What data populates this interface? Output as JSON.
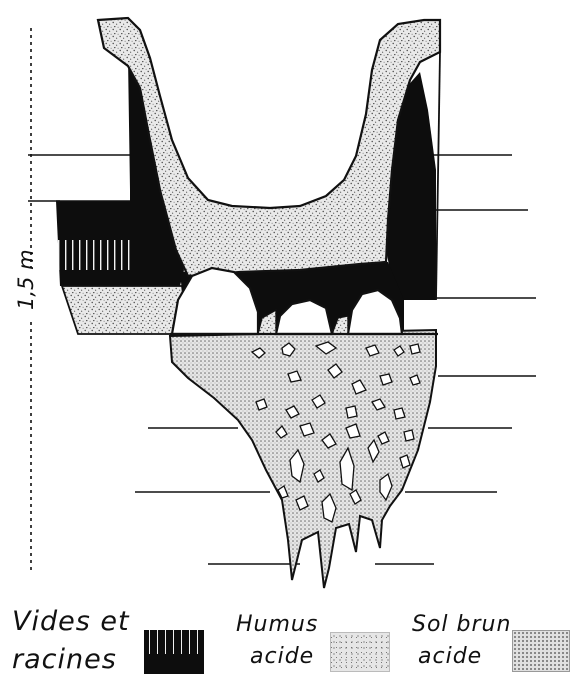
{
  "scale": {
    "label": "1,5 m"
  },
  "legend": [
    {
      "line1": "Vides et",
      "line2": "racines",
      "pattern": "black-with-vertical-streaks"
    },
    {
      "line1": "Humus",
      "line2": "acide",
      "pattern": "fine-stipple"
    },
    {
      "line1": "Sol brun",
      "line2": "acide",
      "pattern": "dotted-grid"
    }
  ],
  "colors": {
    "ink": "#111111",
    "paper": "#ffffff",
    "stipple": "#cfcfcf",
    "grid": "#d9d9d9"
  }
}
